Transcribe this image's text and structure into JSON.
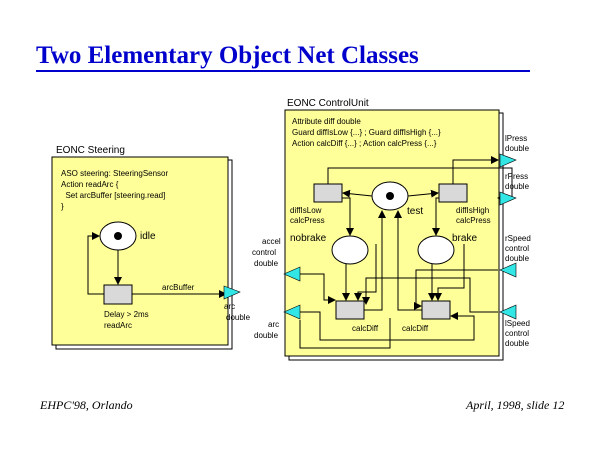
{
  "slide": {
    "title": "Two Elementary Object Net Classes",
    "footer_left": "EHPC'98, Orlando",
    "footer_right": "April, 1998, slide 12"
  },
  "steering": {
    "heading": "EONC Steering",
    "code": [
      "ASO steering: SteeringSensor",
      "Action readArc {",
      "  Set arcBuffer [steering.read]",
      "}"
    ],
    "place_idle": "idle",
    "buffer_label": "arcBuffer",
    "transition_label": [
      "Delay > 2ms",
      "readArc"
    ],
    "port_arc": [
      "arc",
      "double"
    ]
  },
  "control": {
    "heading": "EONC ControlUnit",
    "code": [
      "Attribute diff double",
      "Guard diffIsLow {...} ; Guard diffIsHigh {...}",
      "Action calcDiff {...} ; Action calcPress {...}"
    ],
    "place_test": "test",
    "place_nobrake": "nobrake",
    "place_brake": "brake",
    "t_low": [
      "diffIsLow",
      "calcPress"
    ],
    "t_high": [
      "diffIsHigh",
      "calcPress"
    ],
    "calc_left": "calcDiff",
    "calc_right": "calcDiff",
    "ports_right": {
      "lpress": [
        "lPress",
        "double"
      ],
      "rpress": [
        "rPress",
        "double"
      ],
      "rspeed": [
        "rSpeed",
        "control",
        "double"
      ],
      "lspeed": [
        "lSpeed",
        "control",
        "double"
      ]
    },
    "ports_left": {
      "accel": [
        "accel",
        "control",
        "double"
      ],
      "arc": [
        "arc",
        "double"
      ]
    }
  },
  "colors": {
    "title": "#0000cc",
    "box_fill": "#ffff99",
    "transition_fill": "#d9d9d9",
    "port_fill": "#33e6e6"
  }
}
